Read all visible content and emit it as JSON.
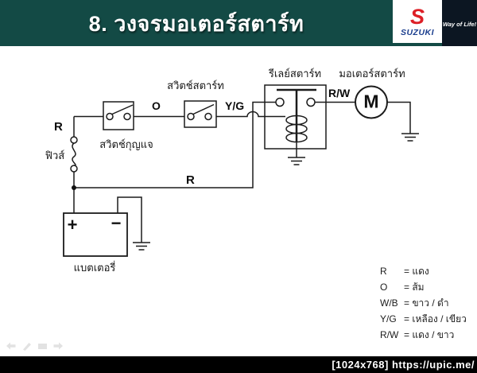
{
  "header": {
    "title": "8. วงจรมอเตอร์สตาร์ท",
    "brand": {
      "logo_letter": "S",
      "name": "SUZUKI",
      "tagline": "Way of Life!"
    },
    "colors": {
      "bar_bg": "#134a45",
      "tagline_bg": "#0c1622",
      "logo_red": "#dd1f26",
      "logo_blue": "#1b3e8e"
    }
  },
  "diagram": {
    "labels": {
      "key_switch": "สวิตช์กุญแจ",
      "start_switch": "สวิตช์สตาร์ท",
      "relay": "รีเลย์สตาร์ท",
      "motor": "มอเตอร์สตาร์ท",
      "fuse": "ฟิวส์",
      "battery": "แบตเตอรี่"
    },
    "symbols": {
      "motor_letter": "M",
      "battery_plus": "+",
      "battery_minus": "−"
    },
    "wire_labels": {
      "r_left": "R",
      "o": "O",
      "yg": "Y/G",
      "rw": "R/W",
      "r_bottom": "R"
    }
  },
  "legend": {
    "items": [
      {
        "code": "R",
        "value": "= แดง"
      },
      {
        "code": "O",
        "value": "= ส้ม"
      },
      {
        "code": "W/B",
        "value": "= ขาว / ดำ"
      },
      {
        "code": "Y/G",
        "value": "= เหลือง / เขียว"
      },
      {
        "code": "R/W",
        "value": "= แดง / ขาว"
      }
    ]
  },
  "footer": {
    "watermark": "[1024x768] https://upic.me/"
  },
  "nav_icons": [
    "previous-slide",
    "pen-tool",
    "slide-menu",
    "next-slide"
  ]
}
